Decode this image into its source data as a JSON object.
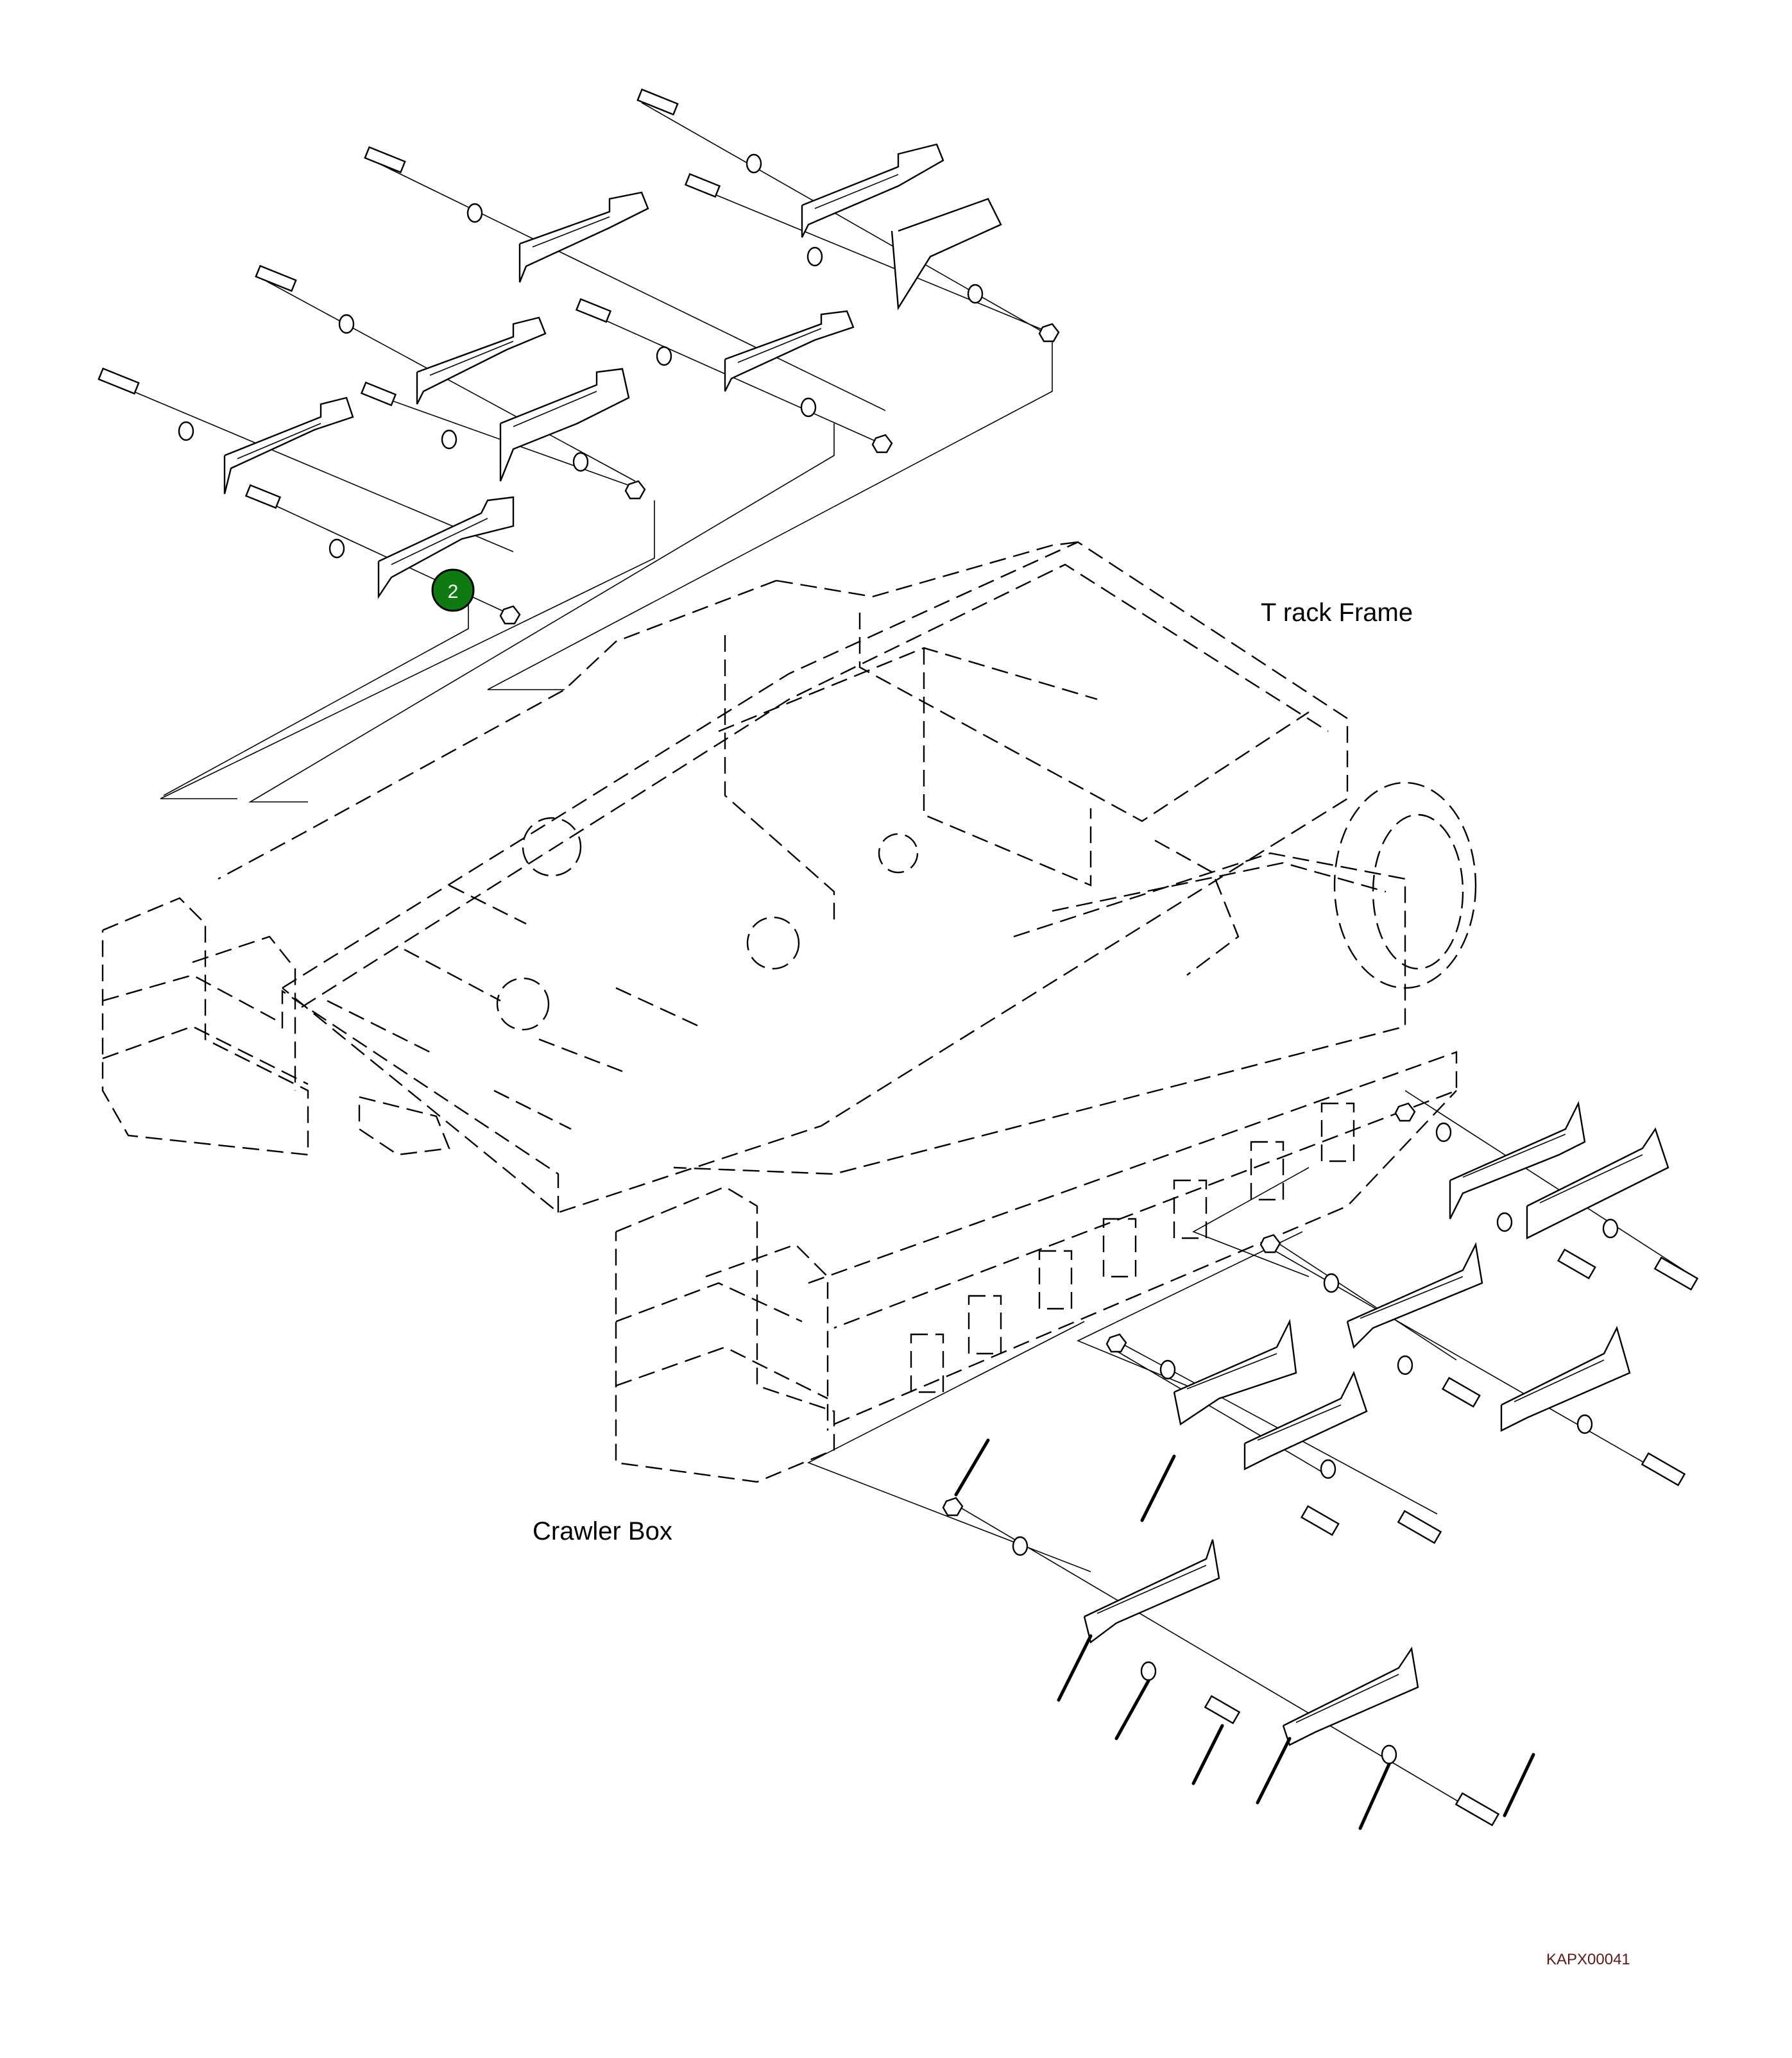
{
  "labels": {
    "track_frame": "T  rack Frame",
    "crawler_box": "Crawler Box",
    "drawing_code": "KAPX00041"
  },
  "callouts": [
    {
      "number": "2",
      "color": "#0f7a12"
    }
  ],
  "colors": {
    "line": "#000000",
    "background": "#ffffff",
    "callout_fill": "#0f7a12",
    "callout_text": "#ffffff"
  }
}
